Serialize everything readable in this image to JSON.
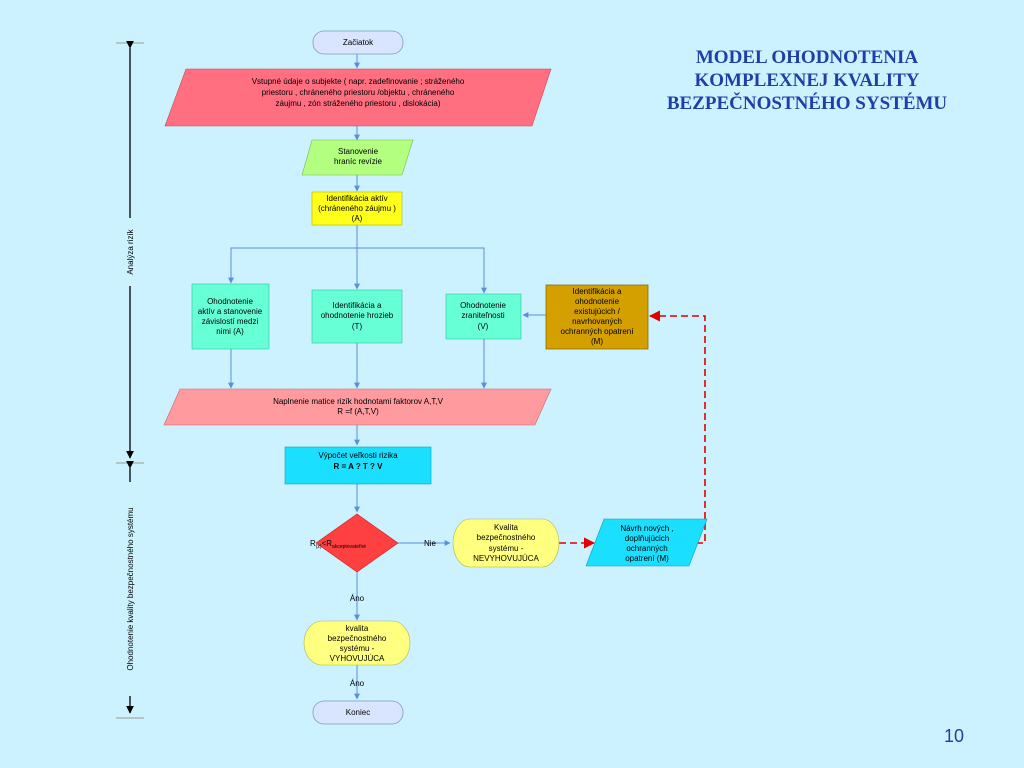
{
  "title": [
    "MODEL OHODNOTENIA",
    "KOMPLEXNEJ KVALITY",
    "BEZPEČNOSTNÉHO SYSTÉMU"
  ],
  "page_number": "10",
  "side_labels": {
    "analysis": "Analýza rizík",
    "evaluation": "Ohodnotenie kvality bezpečnostného systému"
  },
  "nodes": {
    "start": "Začiatok",
    "input": [
      "Vstupné údaje o subjekte   ( napr. zadefinovanie ; stráženého",
      "priestoru , chráneného priestoru  /objektu , chráneného",
      "záujmu , zón stráženého priestoru  , dislokácia)"
    ],
    "boundaries": [
      "Stanovenie",
      "hraníc revízie"
    ],
    "assets": [
      "Identifikácia aktív",
      "(chráneného záujmu )",
      "(A)"
    ],
    "asset_eval": [
      "Ohodnotenie",
      "aktív a stanovenie",
      "závislostí medzi",
      "nimi  (A)"
    ],
    "threats": [
      "Identifikácia a",
      "ohodnotenie hrozieb",
      "(T)"
    ],
    "vulnerability": [
      "Ohodnotenie",
      "zraniteľnosti",
      "(V)"
    ],
    "measures": [
      "Identifikácia a",
      "ohodnotenie",
      "existujúcich /",
      "navrhovaných",
      "ochranných opatrení",
      "(M)"
    ],
    "matrix": [
      "Naplnenie matice rizík   hodnotami faktorov  A,T,V",
      "R  =f (A,T,V)"
    ],
    "calc": [
      "Výpočet veľkosti rizika",
      "R = A  ? T   ? V"
    ],
    "decision": {
      "r": "R",
      "r_sub": "(z)",
      "op": "<",
      "r2": "R",
      "r2_sub": "akceptovateľné"
    },
    "no_label": "Nie",
    "unsatisfying": [
      "Kvalita",
      "bezpečnostného",
      "systému  -",
      "NEVYHOVUJÚCA"
    ],
    "new_measures": [
      "Návrh nových ,",
      "doplňujúcich",
      "ochranných",
      "opatrení  (M)"
    ],
    "yes_label_1": "Áno",
    "satisfying": [
      "kvalita",
      "bezpečnostného",
      "systému  -",
      "VYHOVUJÚCA"
    ],
    "yes_label_2": "Áno",
    "end": "Koniec"
  },
  "colors": {
    "background": "#ccf2ff",
    "pink": "#ff6f7f",
    "light_pink": "#ff9a9f",
    "green": "#b3ff80",
    "yellow": "#ffff1a",
    "mint": "#66ffd6",
    "gold": "#d4a000",
    "cyan": "#1adfff",
    "red": "#ff4040",
    "light_yellow": "#ffff80",
    "terminal": "#d9e4ff",
    "arrow": "#5b8fd8",
    "dashed": "#e00000"
  }
}
